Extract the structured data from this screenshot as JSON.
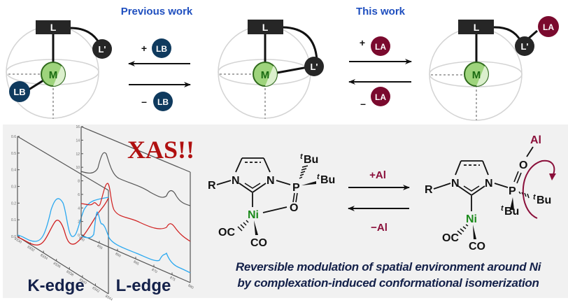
{
  "header": {
    "previous_work_label": "Previous work",
    "this_work_label": "This work",
    "heading_color": "#1f4fbf"
  },
  "spheres": [
    {
      "id": "left",
      "metal": "M",
      "ligand": "L",
      "hemilabile": "L'",
      "extra": "LB",
      "state": "L' dissociated, LB bound to M"
    },
    {
      "id": "center",
      "metal": "M",
      "ligand": "L",
      "hemilabile": "L'",
      "state": "L' chelating M"
    },
    {
      "id": "right",
      "metal": "M",
      "ligand": "L",
      "hemilabile": "L'",
      "extra": "LA",
      "state": "LA bound to L'"
    }
  ],
  "equilibria": {
    "left": {
      "top_sign": "+",
      "top_reagent": "LB",
      "bottom_sign": "–",
      "bottom_reagent": "LB"
    },
    "right": {
      "top_sign": "+",
      "top_reagent": "LA",
      "bottom_sign": "–",
      "bottom_reagent": "LA"
    },
    "chem": {
      "forward_label": "+Al",
      "reverse_label": "−Al"
    }
  },
  "colors": {
    "lb_badge": "#0f3a5e",
    "la_badge": "#7a0a2e",
    "metal_fill": "#9ed47c",
    "metal_text": "#1a6b12",
    "ligand_block": "#262626",
    "sphere_stroke": "#d0d0d0",
    "ni_text": "#1b8a1b",
    "al_text": "#8a0f3a",
    "xas_text": "#b01010",
    "edge_label_text": "#14214a",
    "caption_text": "#14214a",
    "spectrum_blue": "#2aa8f0",
    "spectrum_red": "#d02020",
    "spectrum_gray": "#555555"
  },
  "xas": {
    "title": "XAS!!",
    "k_edge_label": "K-edge",
    "l_edge_label": "L-edge",
    "k_edge": {
      "y_ticks": [
        "0.0",
        "0.1",
        "0.2",
        "0.3",
        "0.4",
        "0.5",
        "0.6"
      ],
      "x_ticks": [
        "8330",
        "8332",
        "8334",
        "8336",
        "8338",
        "8340",
        "8342",
        "8344"
      ]
    },
    "l_edge": {
      "y_ticks": [
        "0",
        "2",
        "4",
        "6",
        "8",
        "10",
        "12",
        "14",
        "16"
      ],
      "x_ticks": [
        "850",
        "855",
        "860",
        "865",
        "870",
        "875",
        "880"
      ]
    }
  },
  "chem": {
    "left_complex": {
      "R": "R",
      "N1": "N",
      "N2": "N",
      "P": "P",
      "O": "O",
      "Ni": "Ni",
      "tBu_top": "Bu",
      "tBu_right": "Bu",
      "tBu_prefix": "t",
      "co_left": "OC",
      "co_bottom": "CO"
    },
    "right_complex": {
      "R": "R",
      "N1": "N",
      "N2": "N",
      "P": "P",
      "O": "O",
      "Ni": "Ni",
      "Al": "Al",
      "tBu_right": "Bu",
      "tBu_bottom": "Bu",
      "tBu_prefix": "t",
      "co_left": "OC",
      "co_bottom": "CO"
    }
  },
  "caption": {
    "line1": "Reversible modulation of spatial environment around Ni",
    "line2": "by complexation-induced conformational isomerization"
  }
}
